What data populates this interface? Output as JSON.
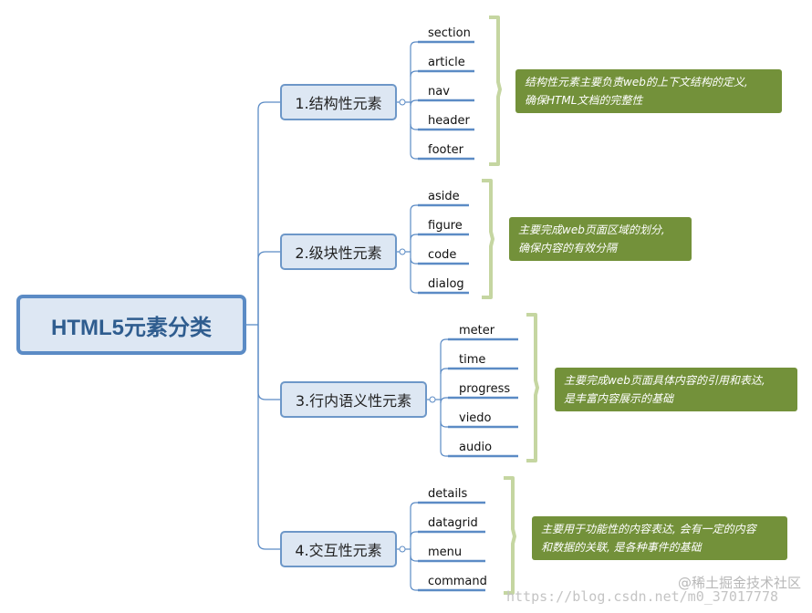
{
  "root": {
    "label": "HTML5元素分类"
  },
  "categories": [
    {
      "label": "1.结构性元素",
      "items": [
        "section",
        "article",
        "nav",
        "header",
        "footer"
      ],
      "note": [
        "结构性元素主要负责web的上下文结构的定义,",
        "确保HTML文档的完整性"
      ]
    },
    {
      "label": "2.级块性元素",
      "items": [
        "aside",
        "figure",
        "code",
        "dialog"
      ],
      "note": [
        "主要完成web页面区域的划分,",
        "确保内容的有效分隔"
      ]
    },
    {
      "label": "3.行内语义性元素",
      "items": [
        "meter",
        "time",
        "progress",
        "viedo",
        "audio"
      ],
      "note": [
        "主要完成web页面具体内容的引用和表达,",
        "是丰富内容展示的基础"
      ]
    },
    {
      "label": "4.交互性元素",
      "items": [
        "details",
        "datagrid",
        "menu",
        "command"
      ],
      "note": [
        "主要用于功能性的内容表达, 会有一定的内容",
        "和数据的关联, 是各种事件的基础"
      ]
    }
  ],
  "watermark": {
    "brand": "@稀土掘金技术社区",
    "url": "https://blog.csdn.net/m0_37017778"
  },
  "colors": {
    "root_fill": "#dde7f3",
    "root_border": "#5b8bc5",
    "node_border": "#6d97c8",
    "connector": "#5b8bc5",
    "bracket": "#c5d6a1",
    "note_fill": "#73913a"
  }
}
